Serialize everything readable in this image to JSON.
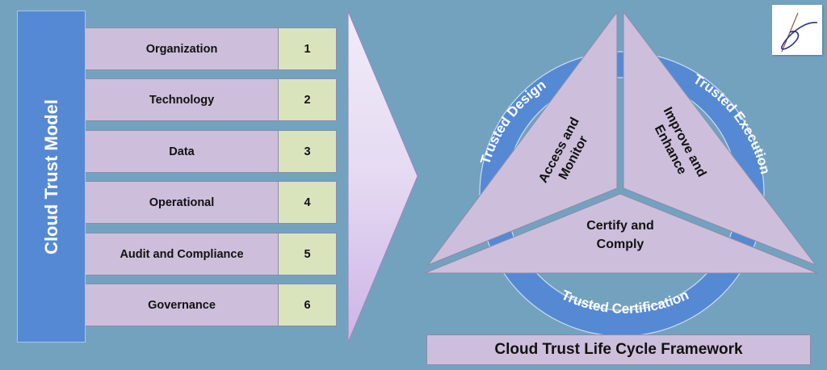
{
  "model": {
    "title": "Cloud Trust Model",
    "rows": [
      {
        "label": "Organization",
        "number": "1"
      },
      {
        "label": "Technology",
        "number": "2"
      },
      {
        "label": "Data",
        "number": "3"
      },
      {
        "label": "Operational",
        "number": "4"
      },
      {
        "label": "Audit and Compliance",
        "number": "5"
      },
      {
        "label": "Governance",
        "number": "6"
      }
    ]
  },
  "framework": {
    "ring_labels": {
      "design": "Trusted Design",
      "execution": "Trusted Execution",
      "certification": "Trusted Certification"
    },
    "segments": {
      "left_line1": "Access and",
      "left_line2": "Monitor",
      "right_line1": "Improve and",
      "right_line2": "Enhance",
      "bottom_line1": "Certify and",
      "bottom_line2": "Comply"
    },
    "title": "Cloud Trust Life Cycle Framework"
  },
  "logo": {
    "icon": "signature-logo-icon"
  },
  "colors": {
    "background": "#73a2bf",
    "accent_blue": "#5589d4",
    "lavender": "#cdbfdb",
    "number_green": "#d9e4bd"
  }
}
